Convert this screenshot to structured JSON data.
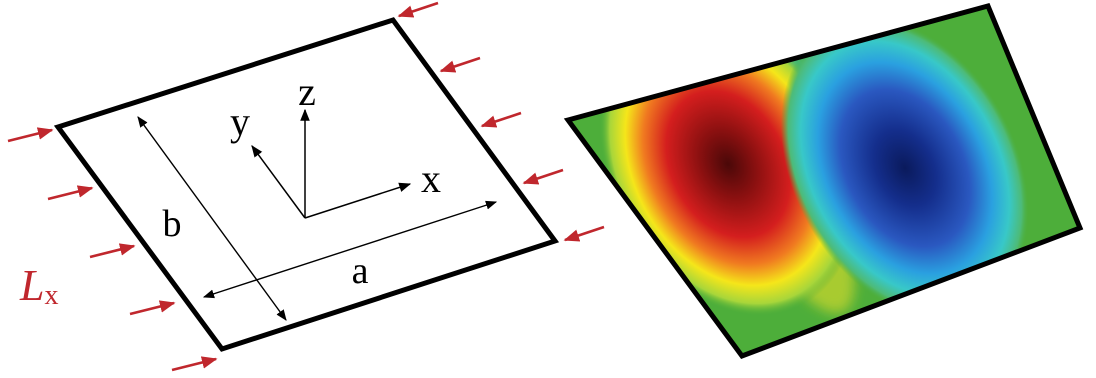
{
  "left_panel": {
    "labels": {
      "dimension_a": "a",
      "dimension_b": "b",
      "axis_x": "x",
      "axis_y": "y",
      "axis_z": "z",
      "load_symbol": "L",
      "load_subscript": "x"
    },
    "colors": {
      "plate_edge": "#000000",
      "load_arrow": "#c0272d",
      "load_label": "#c0272d"
    },
    "load_arrow_count": 10
  },
  "right_panel": {
    "colormap": "jet",
    "mode_shape": "two half-waves along x: positive lobe (red) and negative lobe (blue)",
    "colors": {
      "positive_peak": "#4a0808",
      "negative_peak": "#0a1a5c",
      "background": "#4dae3a",
      "plate_edge": "#000000"
    }
  }
}
